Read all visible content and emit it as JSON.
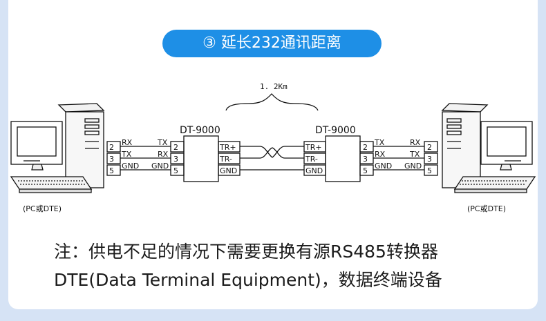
{
  "header": {
    "title": "③ 延长232通讯距离"
  },
  "diagram": {
    "distance": "1. 2Km",
    "left_device": "DT-9000",
    "right_device": "DT-9000",
    "left_pc_label": "(PC或DTE)",
    "right_pc_label": "(PC或DTE)",
    "pc_signals": [
      "RX",
      "TX",
      "GND"
    ],
    "converter_signals": [
      "TX",
      "RX",
      "GND"
    ],
    "pins": [
      "2",
      "3",
      "5"
    ],
    "line_terminals": [
      "TR+",
      "TR-",
      "GND"
    ]
  },
  "note": {
    "line1": "注：供电不足的情况下需要更换有源RS485转换器",
    "line2": "DTE(Data Terminal Equipment)，数据终端设备"
  },
  "colors": {
    "accent": "#1e8fe6",
    "background": "#d6e3f5"
  }
}
